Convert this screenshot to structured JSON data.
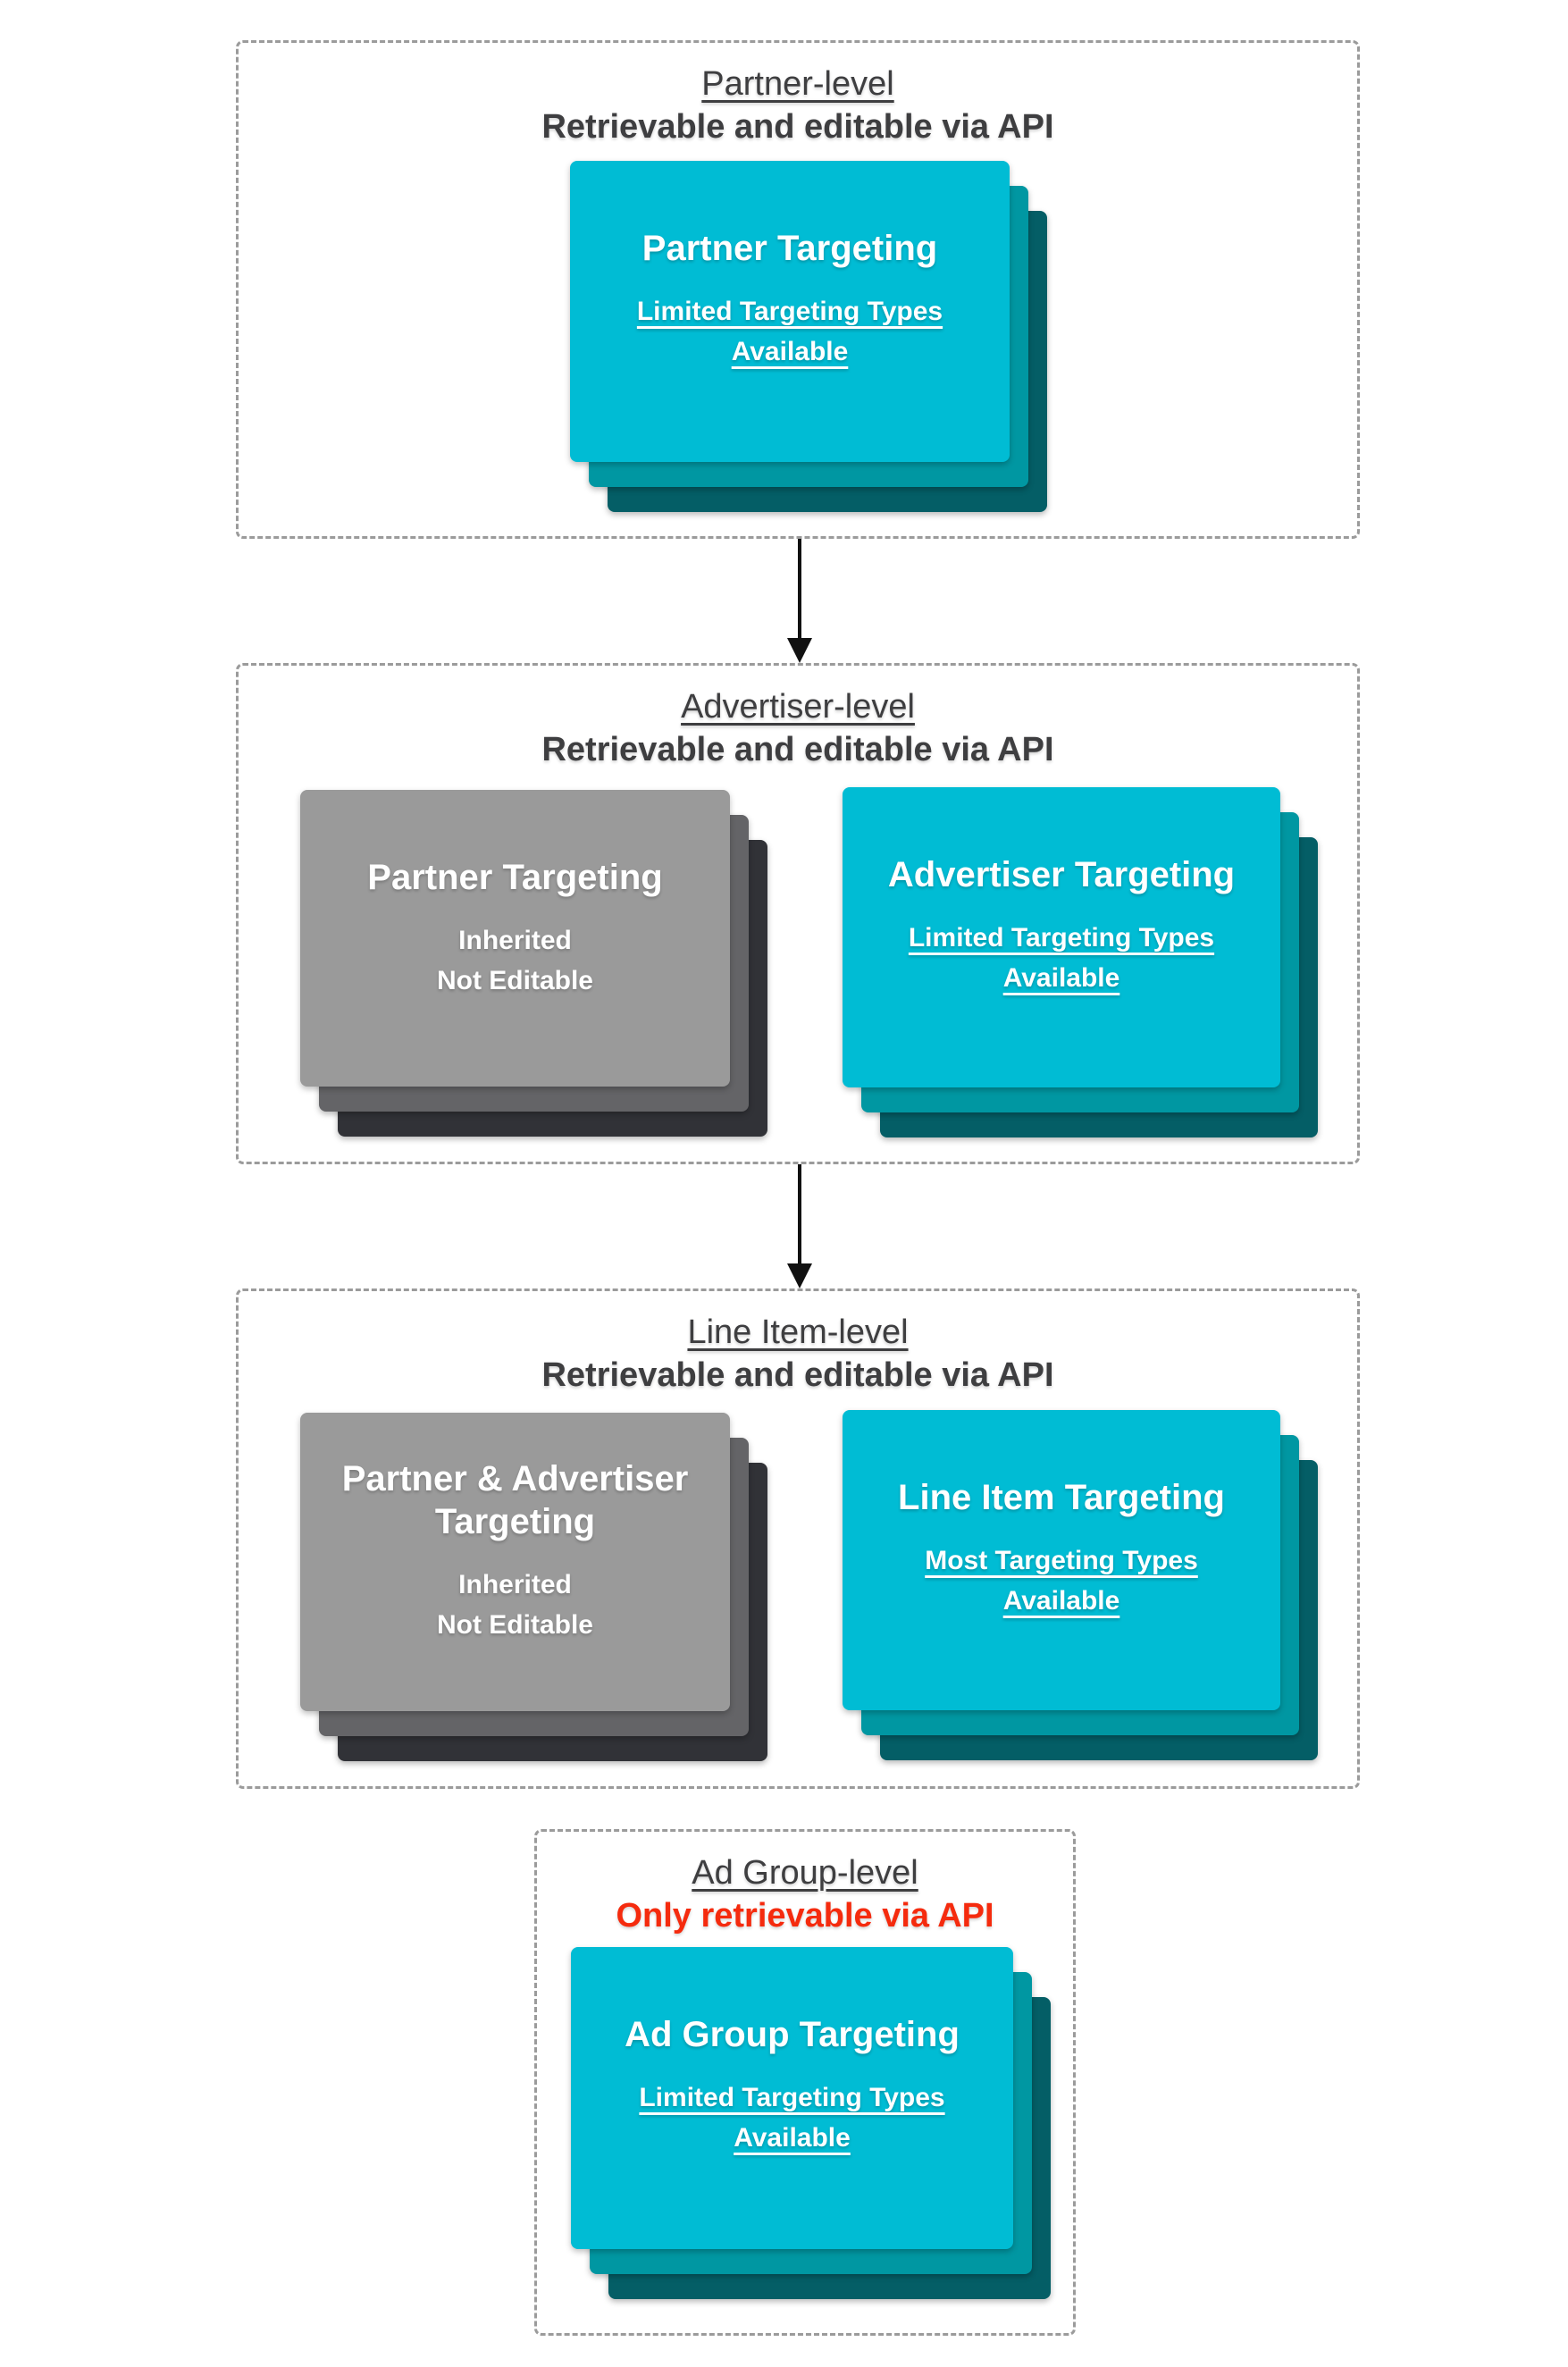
{
  "colors": {
    "teal_front": "#00BCD4",
    "teal_mid": "#0097A2",
    "teal_back": "#045E66",
    "gray_front": "#9A9A9A",
    "gray_mid": "#646467",
    "gray_back": "#313237",
    "heading": "#3E3E40",
    "red": "#F52B0E",
    "card_text": "#FFFFFF",
    "border": "#9B9B9B",
    "arrow": "#111111",
    "page_bg": "#FFFFFF"
  },
  "sections": [
    {
      "title": "Partner-level",
      "subtitle": "Retrievable and editable via API",
      "cards": [
        {
          "variant": "teal",
          "title_lines": [
            "Partner Targeting"
          ],
          "sub_lines": [
            "Limited Targeting Types",
            "Available"
          ],
          "sub_underline": true
        }
      ]
    },
    {
      "title": "Advertiser-level",
      "subtitle": "Retrievable and editable via API",
      "cards": [
        {
          "variant": "gray",
          "title_lines": [
            "Partner Targeting"
          ],
          "sub_lines": [
            "Inherited",
            "Not Editable"
          ],
          "sub_underline": false
        },
        {
          "variant": "teal",
          "title_lines": [
            "Advertiser Targeting"
          ],
          "sub_lines": [
            "Limited Targeting Types",
            "Available"
          ],
          "sub_underline": true
        }
      ]
    },
    {
      "title": "Line Item-level",
      "subtitle": "Retrievable and editable via API",
      "cards": [
        {
          "variant": "gray",
          "title_lines": [
            "Partner & Advertiser",
            "Targeting"
          ],
          "sub_lines": [
            "Inherited",
            "Not Editable"
          ],
          "sub_underline": false
        },
        {
          "variant": "teal",
          "title_lines": [
            "Line Item Targeting"
          ],
          "sub_lines": [
            "Most Targeting Types",
            "Available"
          ],
          "sub_underline": true
        }
      ]
    },
    {
      "title": "Ad Group-level",
      "subtitle": "Only retrievable via API",
      "subtitle_red": true,
      "cards": [
        {
          "variant": "teal",
          "title_lines": [
            "Ad Group Targeting"
          ],
          "sub_lines": [
            "Limited Targeting Types",
            "Available"
          ],
          "sub_underline": true
        }
      ]
    }
  ]
}
